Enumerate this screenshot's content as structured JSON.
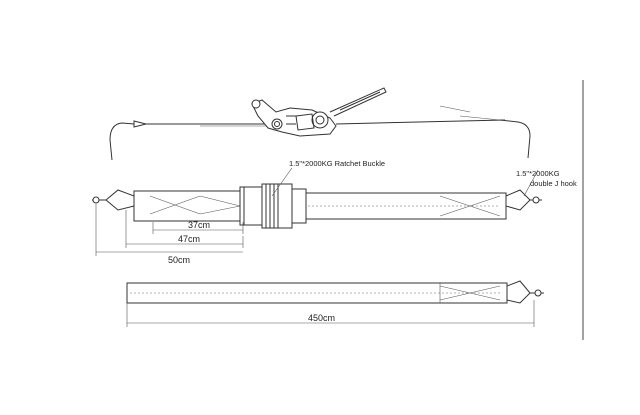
{
  "labels": {
    "ratchet_buckle": "1.5\"*2000KG  Ratchet Buckle",
    "j_hook_spec": "1.5\"*2000KG",
    "j_hook_name": "double J hook",
    "dim_37": "37cm",
    "dim_47": "47cm",
    "dim_50": "50cm",
    "dim_450": "450cm"
  }
}
